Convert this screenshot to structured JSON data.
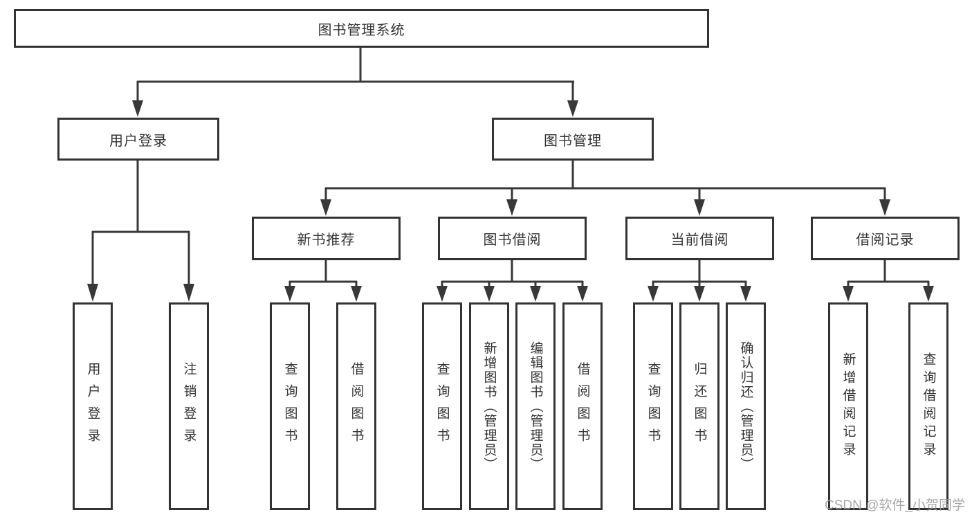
{
  "colors": {
    "background": "#ffffff",
    "box_border": "#333333",
    "line": "#383838",
    "text": "#333333",
    "watermark_text": "#9e9e9e"
  },
  "diagram": {
    "root": {
      "label": "图书管理系统"
    },
    "level2": [
      {
        "label": "用户登录"
      },
      {
        "label": "图书管理"
      }
    ],
    "level3": [
      {
        "label": "新书推荐",
        "parent": "图书管理"
      },
      {
        "label": "图书借阅",
        "parent": "图书管理"
      },
      {
        "label": "当前借阅",
        "parent": "图书管理"
      },
      {
        "label": "借阅记录",
        "parent": "图书管理"
      }
    ],
    "leaves": [
      {
        "label": "用户登录",
        "parent": "用户登录"
      },
      {
        "label": "注销登录",
        "parent": "用户登录"
      },
      {
        "label": "查询图书",
        "parent": "新书推荐"
      },
      {
        "label": "借阅图书",
        "parent": "新书推荐"
      },
      {
        "label": "查询图书",
        "parent": "图书借阅"
      },
      {
        "label": "新增图书（管理员）",
        "parent": "图书借阅"
      },
      {
        "label": "编辑图书（管理员）",
        "parent": "图书借阅"
      },
      {
        "label": "借阅图书",
        "parent": "图书借阅"
      },
      {
        "label": "查询图书",
        "parent": "当前借阅"
      },
      {
        "label": "归还图书",
        "parent": "当前借阅"
      },
      {
        "label": "确认归还（管理员）",
        "parent": "当前借阅"
      },
      {
        "label": "新增借阅记录",
        "parent": "借阅记录"
      },
      {
        "label": "查询借阅记录",
        "parent": "借阅记录"
      }
    ]
  },
  "watermark": {
    "text": "CSDN @软件_小贺同学"
  }
}
